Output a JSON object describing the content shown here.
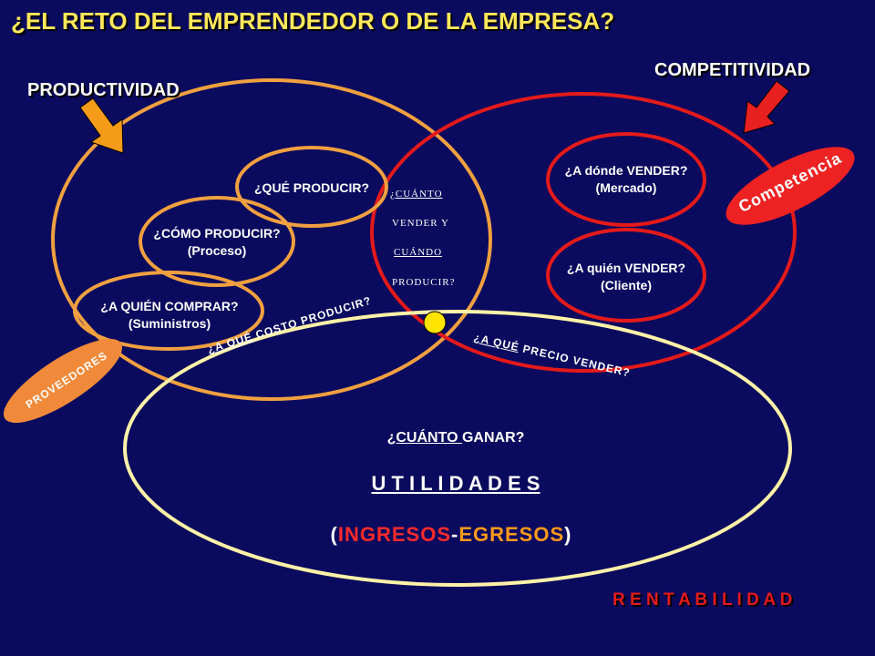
{
  "title": "¿EL RETO DEL EMPRENDEDOR O DE LA EMPRESA?",
  "productividad": "PRODUCTIVIDAD",
  "competitividad": "COMPETITIVIDAD",
  "rentabilidad": "R E N T A B I L I D A D",
  "que_producir": "¿QUÉ PRODUCIR?",
  "como_producir": {
    "line1": "¿CÓMO PRODUCIR?",
    "line2": "(Proceso)"
  },
  "a_quien_comprar": {
    "line1": "¿A QUIÉN COMPRAR?",
    "line2": "(Suministros)"
  },
  "center": {
    "line1": "¿CUÁNTO",
    "line2": "VENDER Y",
    "line3": "CUÁNDO",
    "line4": "PRODUCIR?"
  },
  "a_donde_vender": {
    "line1": "¿A dónde VENDER?",
    "line2": "(Mercado)"
  },
  "a_quien_vender": {
    "line1": "¿A quién VENDER?",
    "line2": "(Cliente)"
  },
  "proveedores": "PROVEEDORES",
  "competencia": "Competencia",
  "costo_producir": {
    "prefix": "¿A QUÉ",
    "rest": " COSTO PRODUCIR?"
  },
  "precio_vender": {
    "prefix": "¿A QUÉ",
    "rest": " PRECIO VENDER?"
  },
  "cuanto_ganar": {
    "prefix": "¿CUÁNTO ",
    "rest": "GANAR?"
  },
  "utilidades": "U T I L I D A D E S",
  "formula": {
    "open": "(",
    "ingresos": "INGRESOS",
    "minus": "-",
    "egresos": "EGRESOS",
    "close": ")"
  },
  "colors": {
    "background": "#0a0a5e",
    "title": "#ffe85a",
    "productividad_ring": "#f0a040",
    "competitividad_ring": "#e41a1a",
    "rentabilidad_ring": "#fff2a8",
    "ingresos": "#ff2a2a",
    "egresos": "#ff9a1a",
    "orange_arrow": "#f59b1a",
    "red_arrow": "#e82020",
    "yellow_dot": "#ffe400"
  },
  "icons": [
    "orange-arrow-icon",
    "red-arrow-icon",
    "yellow-dot-icon"
  ]
}
